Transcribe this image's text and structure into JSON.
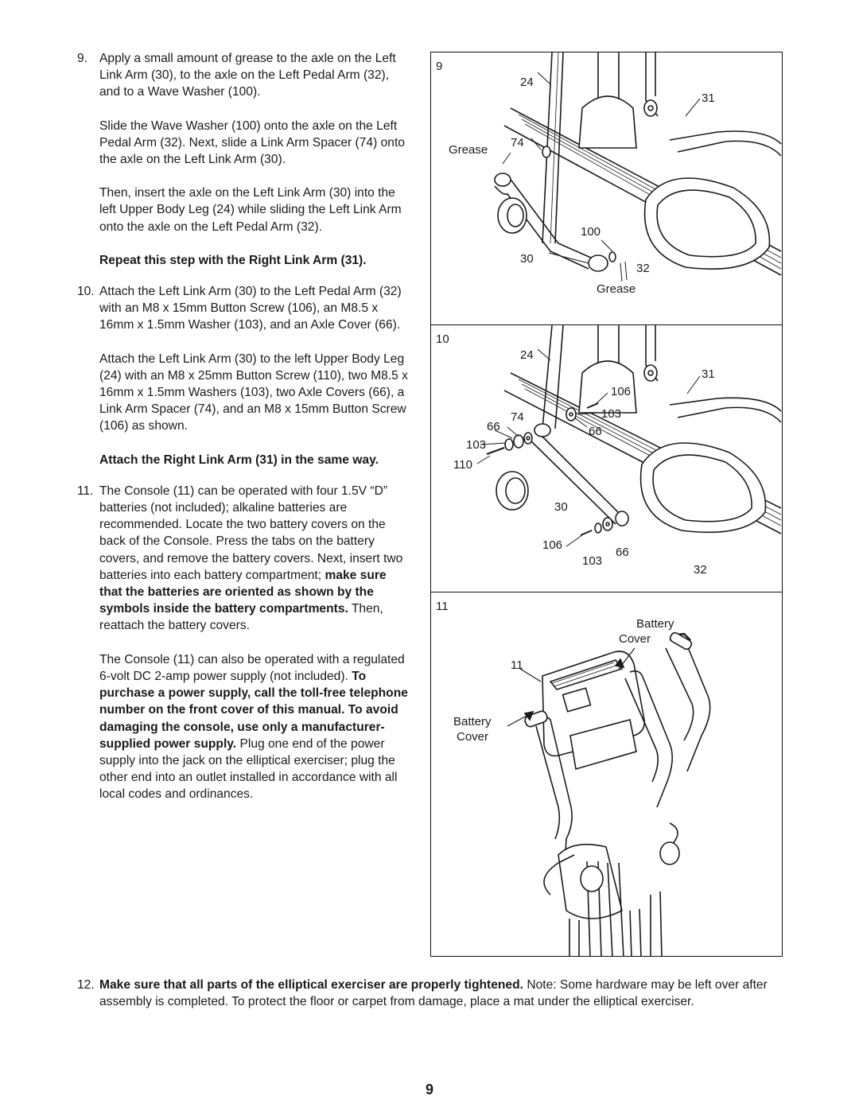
{
  "steps": {
    "s9": {
      "num": "9.",
      "p1": "Apply a small amount of grease to the axle on the Left Link Arm (30), to the axle on the Left Pedal Arm (32), and to a Wave Washer (100).",
      "p2": "Slide the Wave Washer (100) onto the axle on the Left Pedal Arm (32). Next, slide a Link Arm Spacer (74) onto the axle on the Left Link Arm (30).",
      "p3": "Then, insert the axle on the Left Link Arm (30) into the left Upper Body Leg (24) while sliding the Left Link Arm onto the axle on the Left Pedal Arm (32).",
      "p4": "Repeat this step with the Right Link Arm (31)."
    },
    "s10": {
      "num": "10.",
      "p1": "Attach the Left Link Arm (30) to the Left Pedal Arm (32) with an M8 x 15mm Button Screw (106), an M8.5 x 16mm x 1.5mm Washer (103), and an Axle Cover (66).",
      "p2": "Attach the Left Link Arm (30) to the left Upper Body Leg (24) with an M8 x 25mm Button Screw (110), two M8.5 x 16mm x 1.5mm Washers (103), two Axle Covers (66), a Link Arm Spacer (74), and an M8 x 15mm Button Screw (106) as shown.",
      "p3": "Attach the Right Link Arm (31) in the same way."
    },
    "s11": {
      "num": "11.",
      "p1": "The Console (11) can be operated with four 1.5V “D” batteries (not included); alkaline batteries are recommended. Locate the two battery covers on the back of the Console. Press the tabs on the battery covers, and remove the battery covers. Next, insert two batteries into each battery compartment;",
      "p1_bold": "make sure that the batteries are oriented as shown by the symbols inside the battery compartments.",
      "p1_end": "Then, reattach the battery covers.",
      "p2": "The Console (11) can also be operated with a regulated 6-volt DC 2-amp power supply (not included).",
      "p2_bold": "To purchase a power supply, call the toll-free telephone number on the front cover of this manual. To avoid damaging the console, use only a manufacturer-supplied power supply.",
      "p2_end": "Plug one end of the power supply into the jack on the elliptical exerciser; plug the other end into an outlet installed in accordance with all local codes and ordinances."
    },
    "s12": {
      "num": "12.",
      "bold": "Make sure that all parts of the elliptical exerciser are properly tightened.",
      "text": "Note: Some hardware may be left over after assembly is completed. To protect the floor or carpet from damage, place a mat under the elliptical exerciser."
    }
  },
  "figures": {
    "f9": {
      "num": "9",
      "labels": {
        "l24": "24",
        "l31": "31",
        "grease_top": "Grease",
        "l74": "74",
        "l100": "100",
        "l30": "30",
        "l32": "32",
        "grease_bottom": "Grease"
      }
    },
    "f10": {
      "num": "10",
      "labels": {
        "l24": "24",
        "l31": "31",
        "l106a": "106",
        "l74": "74",
        "l103a": "103",
        "l66a": "66",
        "l66b": "66",
        "l103b": "103",
        "l110": "110",
        "l30": "30",
        "l106b": "106",
        "l66c": "66",
        "l103c": "103",
        "l32": "32"
      }
    },
    "f11": {
      "num": "11",
      "labels": {
        "battery_top": "Battery",
        "cover_top": "Cover",
        "l11": "11",
        "battery_left": "Battery",
        "cover_left": "Cover"
      }
    }
  },
  "page_number": "9"
}
